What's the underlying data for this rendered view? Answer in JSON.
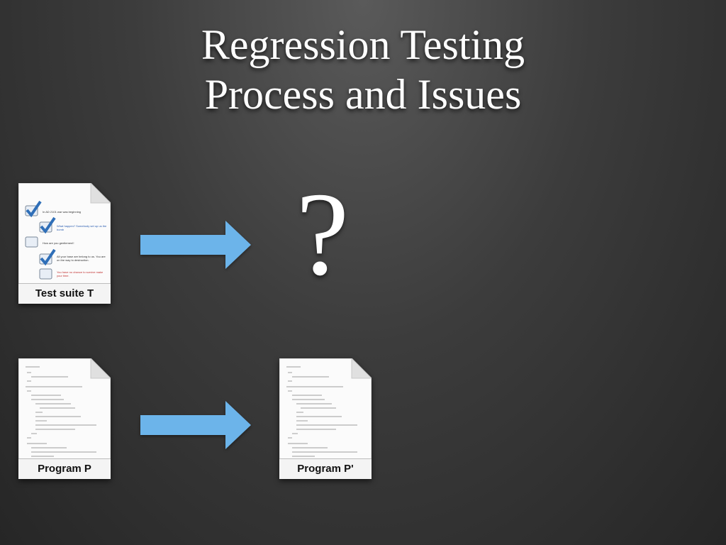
{
  "title": {
    "line1": "Regression Testing",
    "line2": "Process and Issues"
  },
  "question_mark": "?",
  "documents": {
    "test_suite": {
      "label": "Test suite T",
      "icon": "checklist-document-icon",
      "items": [
        {
          "checked": true,
          "text": "In AD 2101 war was beginning"
        },
        {
          "checked": true,
          "text": "What happen? Somebody set up us the bomb"
        },
        {
          "checked": false,
          "text": "How are you gentlemen!!"
        },
        {
          "checked": true,
          "text": "All your base are belong to us. You are on the way to destruction."
        },
        {
          "checked": false,
          "text": "You have no chance to survive make your time."
        }
      ]
    },
    "program_p": {
      "label": "Program P",
      "icon": "code-document-icon"
    },
    "program_p_prime": {
      "label": "Program P'",
      "icon": "code-document-icon"
    }
  },
  "colors": {
    "arrow": "#6cb4ea",
    "check": "#2f6fb8",
    "title": "#ffffff"
  }
}
